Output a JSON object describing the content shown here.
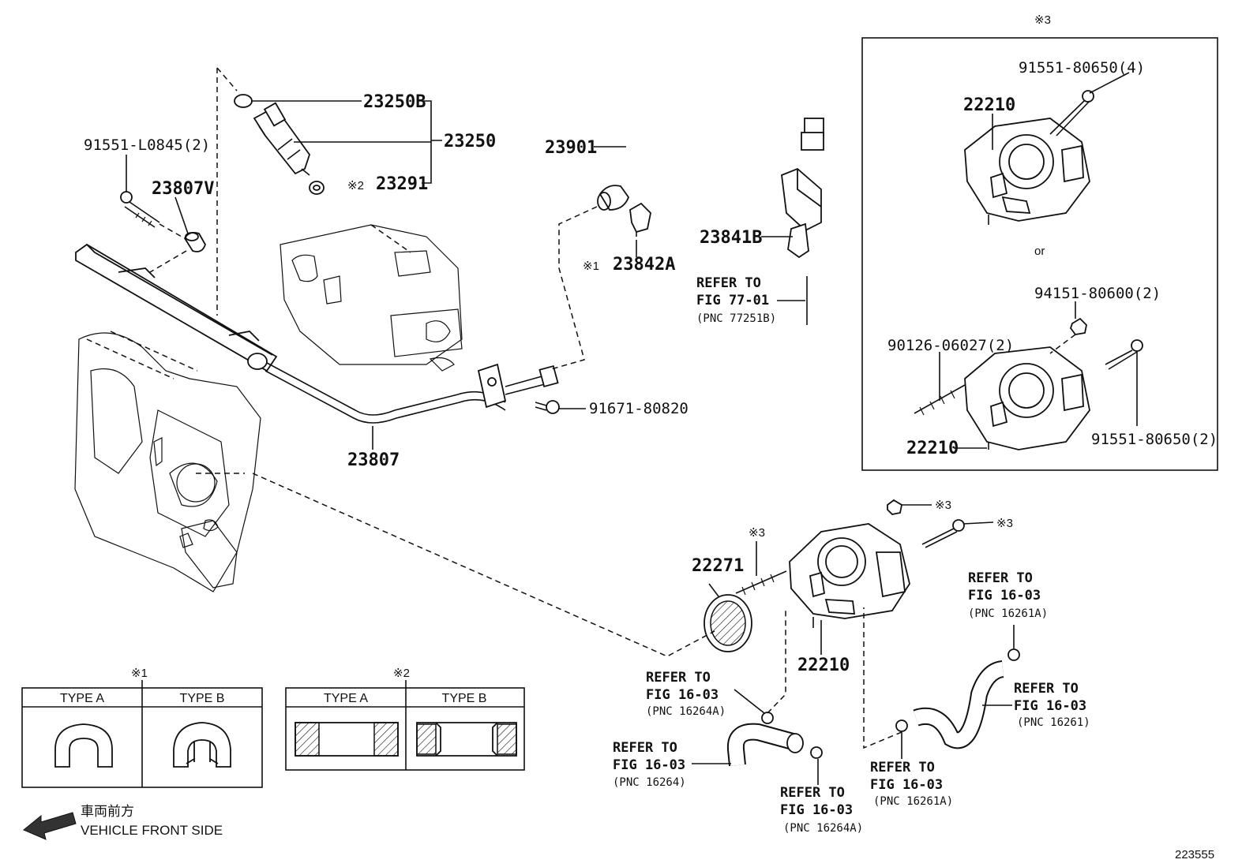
{
  "labels": {
    "injector_oring": "23250B",
    "injector_assy": "23250",
    "injector_insulator": "23291",
    "mark2_inline": "※2",
    "bolt_fuel_rail": "91551-L0845(2)",
    "spacer": "23807V",
    "fuel_hose": "23901",
    "clip": "23842A",
    "mark1_inline": "※1",
    "connector": "23841B",
    "fuel_pipe": "23807",
    "bolt_pipe": "91671-80820",
    "throttle_body_main": "22210",
    "gasket": "22271",
    "mark3_gasket": "※3",
    "mark3_nut": "※3",
    "mark3_bolt": "※3",
    "image_code": "223555"
  },
  "refer_fig77": {
    "line1": "REFER TO",
    "line2": "FIG 77-01",
    "pnc": "(PNC 77251B)"
  },
  "refer_16261A_top": {
    "line1": "REFER TO",
    "line2": "FIG 16-03",
    "pnc": "(PNC 16261A)"
  },
  "refer_16264A_left": {
    "line1": "REFER TO",
    "line2": "FIG 16-03",
    "pnc": "(PNC 16264A)"
  },
  "refer_16261": {
    "line1": "REFER TO",
    "line2": "FIG 16-03",
    "pnc": "(PNC 16261)"
  },
  "refer_16264": {
    "line1": "REFER TO",
    "line2": "FIG 16-03",
    "pnc": "(PNC 16264)"
  },
  "refer_16261A_bottom": {
    "line1": "REFER TO",
    "line2": "FIG 16-03",
    "pnc": "(PNC 16261A)"
  },
  "refer_16264A_bottom": {
    "line1": "REFER TO",
    "line2": "FIG 16-03",
    "pnc": "(PNC 16264A)"
  },
  "variants_box": {
    "mark": "※3",
    "bolt_top": "91551-80650(4)",
    "throttle_top": "22210",
    "or": "or",
    "nut": "94151-80600(2)",
    "stud": "90126-06027(2)",
    "throttle_bottom": "22210",
    "bolt_bottom": "91551-80650(2)"
  },
  "table1": {
    "mark": "※1",
    "col_a": "TYPE A",
    "col_b": "TYPE B"
  },
  "table2": {
    "mark": "※2",
    "col_a": "TYPE A",
    "col_b": "TYPE B"
  },
  "front": {
    "jp": "車両前方",
    "en": "VEHICLE FRONT SIDE"
  }
}
